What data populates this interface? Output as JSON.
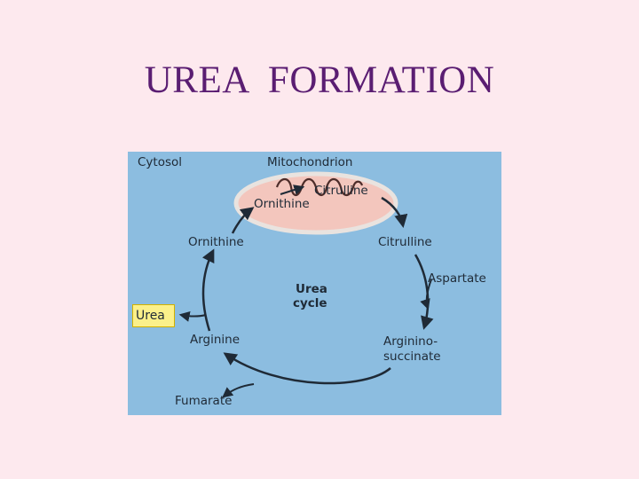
{
  "title": "UREA  FORMATION",
  "diagram": {
    "compartments": {
      "cytosol": "Cytosol",
      "mitochondrion": "Mitochondrion"
    },
    "mito_labels": {
      "citrulline": "Citrulline",
      "ornithine": "Ornithine"
    },
    "cycle_label": [
      "Urea",
      "cycle"
    ],
    "nodes": {
      "ornithine": "Ornithine",
      "citrulline": "Citrulline",
      "argininosuccinate": [
        "Arginino-",
        "succinate"
      ],
      "arginine": "Arginine"
    },
    "inputs": {
      "aspartate": "Aspartate"
    },
    "outputs": {
      "urea": "Urea",
      "fumarate": "Fumarate"
    },
    "colors": {
      "slide_background": "#fde9ee",
      "title": "#5a1d72",
      "figure_background": "#8cbde0",
      "mitochondrion_fill": "#f3c6bd",
      "mitochondrion_outline": "#e9e3df",
      "urea_highlight": "#fbf08a",
      "arrows": "#1f2a36"
    }
  }
}
